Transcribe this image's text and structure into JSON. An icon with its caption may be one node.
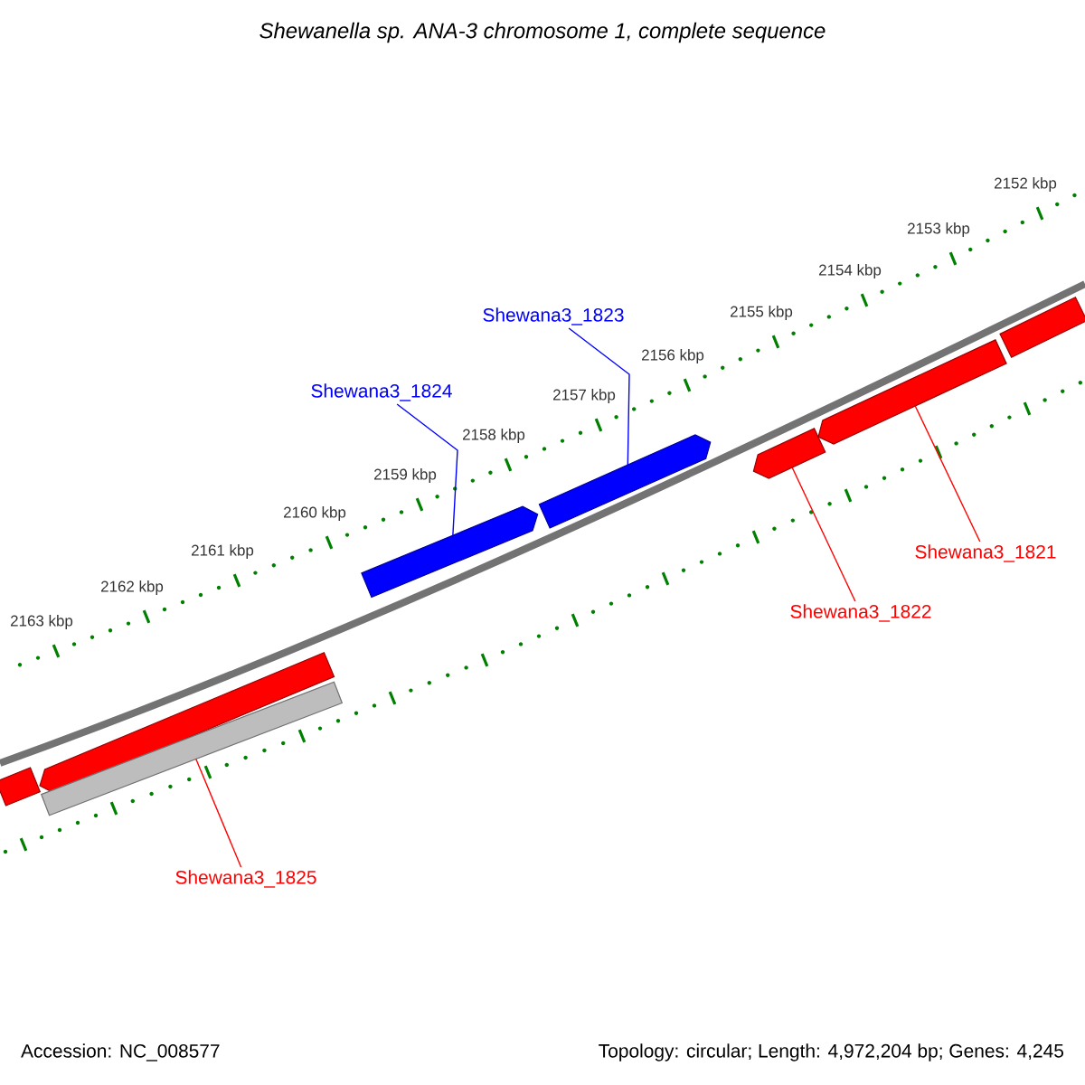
{
  "diagram": {
    "title": "Shewanella sp. ANA-3 chromosome 1, complete sequence",
    "nodes": [
      {
        "text": [
          "Shewana3_1823"
        ]
      },
      {
        "text": [
          "Shewana3_1824"
        ]
      },
      {
        "text": [
          "Shewana3_1821"
        ]
      },
      {
        "text": [
          "Shewana3_1822"
        ]
      },
      {
        "text": [
          "Shewana3_1825"
        ]
      },
      {
        "text": [],
        "shape": "bar"
      },
      {
        "text": [],
        "shape": "bar"
      },
      {
        "text": [],
        "shape": "bar"
      },
      {
        "text": [],
        "shape": "bar"
      },
      {
        "text": [],
        "shape": "bar"
      },
      {
        "text": [],
        "shape": "bar"
      },
      {
        "text": [],
        "shape": "bar"
      },
      {
        "text": [],
        "shape": "bar"
      }
    ],
    "edges": [
      {
        "from": 1,
        "to": 8,
        "arrow": "none",
        "color": "#0000ff"
      },
      {
        "from": 0,
        "to": 9,
        "arrow": "none",
        "color": "#0000ff"
      },
      {
        "from": 3,
        "to": 10,
        "arrow": "none"
      },
      {
        "from": 2,
        "to": 11,
        "arrow": "none"
      },
      {
        "from": 4,
        "to": 7,
        "arrow": "none"
      }
    ],
    "labels": [
      "2152 kbp",
      "2153 kbp",
      "2154 kbp",
      "2155 kbp",
      "2156 kbp",
      "2157 kbp",
      "2158 kbp",
      "2159 kbp",
      "2160 kbp",
      "2161 kbp",
      "2162 kbp",
      "2163 kbp",
      "Accession: NC_008577",
      "Topology: circular; Length: 4,972,204 bp; Genes: 4,245"
    ]
  }
}
